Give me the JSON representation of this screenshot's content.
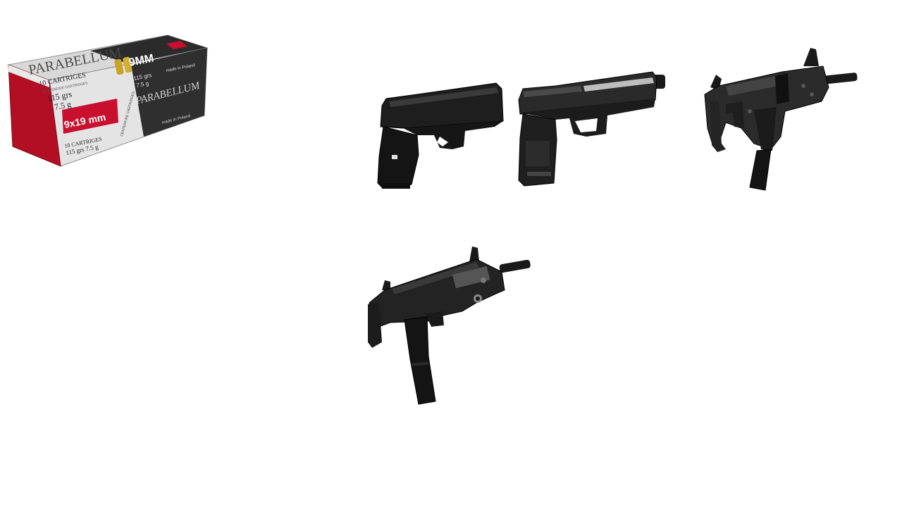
{
  "ammo_box": {
    "brand_top": "PARABELLUM",
    "brand_side": "PARABELLUM",
    "caliber_big": "9MM",
    "caliber_label": "9x19 mm",
    "cartridges_top": "10 CARTRIGES",
    "cartridges_top_sub": "CENTERFIRE CARTRIDGES",
    "grains_top": "115 grs",
    "grams_top": "7.5 g",
    "grains_right": "115 grs",
    "grams_right": "7.5 g",
    "made_top": "made in Poland",
    "made_side": "made in Poland",
    "cartridges_front": "10 CARTRIGES",
    "grains_front": "115 grs 7.5 g",
    "side_strip": "CENTERFIRE CARTRIDGES"
  },
  "items": [
    {
      "name": "compact-pistol",
      "icon": "pistol-icon"
    },
    {
      "name": "suppressed-pistol",
      "icon": "pistol-icon"
    },
    {
      "name": "vector-smg",
      "icon": "smg-icon"
    },
    {
      "name": "mp7-smg",
      "icon": "smg-icon"
    }
  ],
  "colors": {
    "background": "#ffffff",
    "box_red": "#c8102e",
    "box_dark": "#2a2a2a",
    "box_silver": "#d9d9d9",
    "gun_black": "#1b1b1b",
    "gun_gray": "#3a3a3a"
  }
}
